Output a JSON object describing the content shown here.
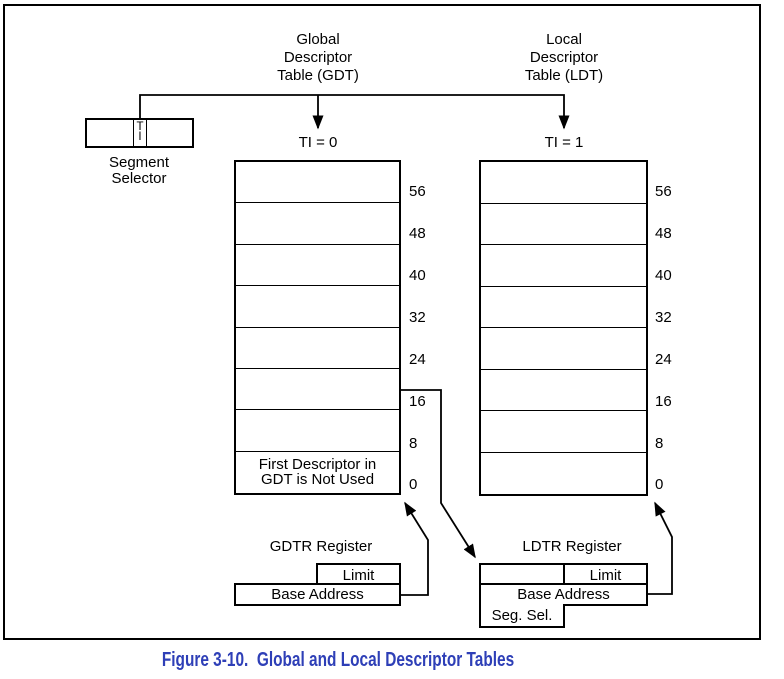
{
  "figure": {
    "gdt_title": [
      "Global",
      "Descriptor",
      "Table (GDT)"
    ],
    "ldt_title": [
      "Local",
      "Descriptor",
      "Table (LDT)"
    ],
    "selector": {
      "label": [
        "Segment",
        "Selector"
      ],
      "ti_bits": [
        "T",
        "I"
      ]
    },
    "ti_gdt": "TI = 0",
    "ti_ldt": "TI = 1",
    "offsets": [
      "56",
      "48",
      "40",
      "32",
      "24",
      "16",
      "8",
      "0"
    ],
    "gdt_note": [
      "First Descriptor in",
      "GDT is Not Used"
    ],
    "gdtr": {
      "title": "GDTR Register",
      "limit": "Limit",
      "base_address": "Base Address"
    },
    "ldtr": {
      "title": "LDTR Register",
      "limit": "Limit",
      "base_address": "Base Address",
      "segment_selector": "Seg. Sel."
    }
  },
  "caption": "Figure 3-10.  Global and Local Descriptor Tables",
  "colors": {
    "caption_blue": "#2e3fb7",
    "line_black": "#000000",
    "background": "#ffffff"
  }
}
